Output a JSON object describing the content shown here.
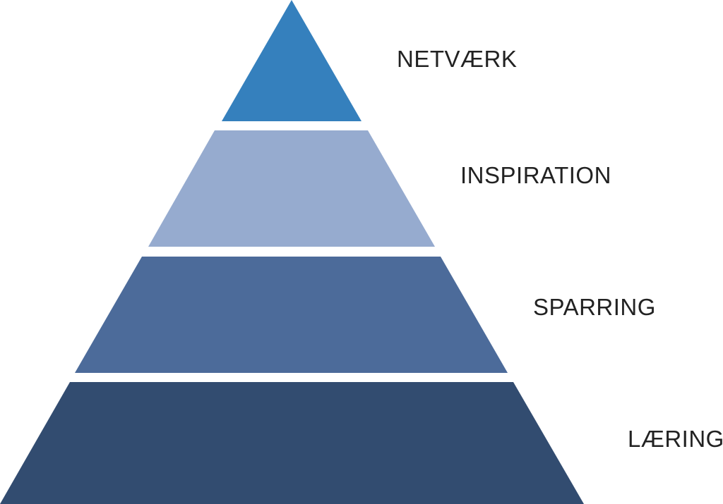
{
  "diagram": {
    "type": "pyramid",
    "tiers": [
      {
        "label": "NETVÆRK",
        "color": "#3580BD"
      },
      {
        "label": "INSPIRATION",
        "color": "#96ABCF"
      },
      {
        "label": "SPARRING",
        "color": "#4C6B9A"
      },
      {
        "label": "LÆRING",
        "color": "#324C70"
      }
    ]
  }
}
